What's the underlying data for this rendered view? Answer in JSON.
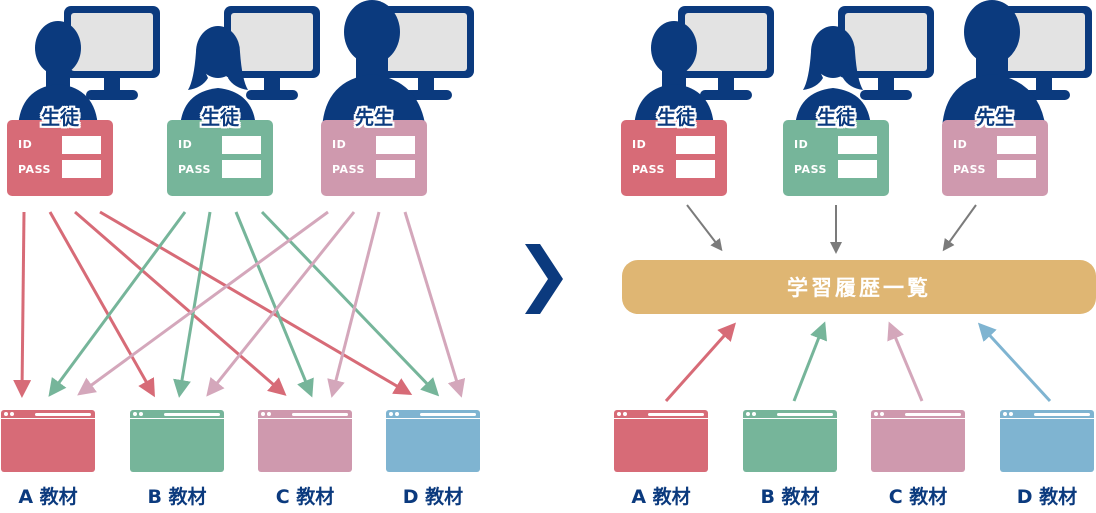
{
  "colors": {
    "navy": "#0b3a7e",
    "red": "#d76b77",
    "green": "#76b59a",
    "pink": "#cf99ae",
    "blue": "#7fb4d1",
    "gold": "#dfb673",
    "gray_arrow": "#7b7b7b",
    "monitor_screen": "#e3e3e3"
  },
  "left_panel": {
    "users": [
      {
        "role": "生徒",
        "id_label": "ID",
        "pass_label": "PASS",
        "color": "red",
        "figure": "male-student"
      },
      {
        "role": "生徒",
        "id_label": "ID",
        "pass_label": "PASS",
        "color": "green",
        "figure": "female-student"
      },
      {
        "role": "先生",
        "id_label": "ID",
        "pass_label": "PASS",
        "color": "pink",
        "figure": "teacher"
      }
    ],
    "materials": [
      {
        "label": "A 教材",
        "color": "red"
      },
      {
        "label": "B 教材",
        "color": "green"
      },
      {
        "label": "C 教材",
        "color": "pink"
      },
      {
        "label": "D 教材",
        "color": "blue"
      }
    ],
    "connections": "each user connects to every material (12 arrows)"
  },
  "transition_icon": "chevron-right-icon",
  "right_panel": {
    "users": [
      {
        "role": "生徒",
        "id_label": "ID",
        "pass_label": "PASS",
        "color": "red",
        "figure": "male-student"
      },
      {
        "role": "生徒",
        "id_label": "ID",
        "pass_label": "PASS",
        "color": "green",
        "figure": "female-student"
      },
      {
        "role": "先生",
        "id_label": "ID",
        "pass_label": "PASS",
        "color": "pink",
        "figure": "teacher"
      }
    ],
    "hub_label": "学習履歴一覧",
    "materials": [
      {
        "label": "A 教材",
        "color": "red"
      },
      {
        "label": "B 教材",
        "color": "green"
      },
      {
        "label": "C 教材",
        "color": "pink"
      },
      {
        "label": "D 教材",
        "color": "blue"
      }
    ]
  }
}
